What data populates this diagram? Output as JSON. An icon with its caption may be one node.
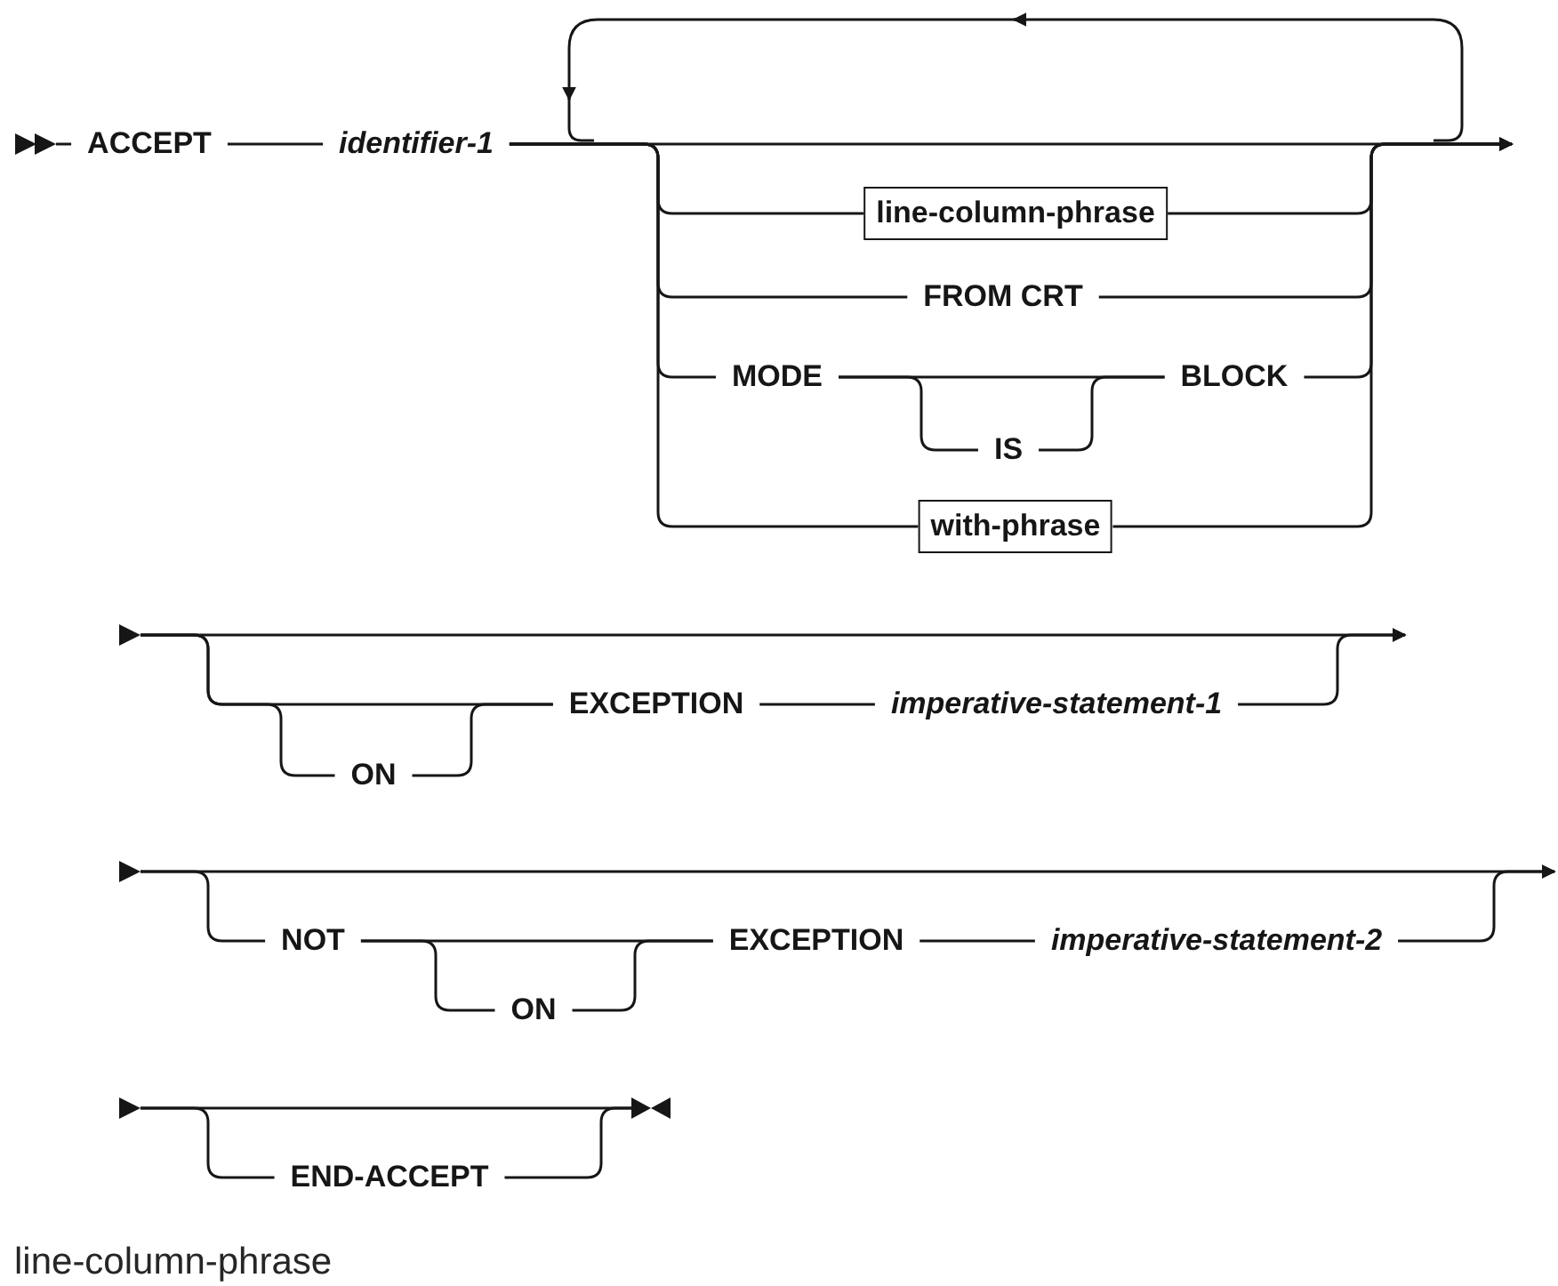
{
  "diagram": {
    "nodes": [
      {
        "text": [
          "ACCEPT"
        ]
      },
      {
        "text": [
          "identifier-1"
        ]
      },
      {
        "text": [
          "line-column-phrase"
        ]
      },
      {
        "text": [
          "FROM CRT"
        ]
      },
      {
        "text": [
          "MODE"
        ]
      },
      {
        "text": [
          "IS"
        ]
      },
      {
        "text": [
          "BLOCK"
        ]
      },
      {
        "text": [
          "with-phrase"
        ]
      },
      {
        "text": [
          "ON"
        ]
      },
      {
        "text": [
          "EXCEPTION"
        ]
      },
      {
        "text": [
          "imperative-statement-1"
        ]
      },
      {
        "text": [
          "NOT"
        ]
      },
      {
        "text": [
          "ON"
        ]
      },
      {
        "text": [
          "EXCEPTION"
        ]
      },
      {
        "text": [
          "imperative-statement-2"
        ]
      },
      {
        "text": [
          "END-ACCEPT"
        ]
      },
      {
        "text": [],
        "shape": "triangle"
      },
      {
        "text": [],
        "shape": "triangle"
      },
      {
        "text": [],
        "shape": "triangle"
      },
      {
        "text": [],
        "shape": "triangle"
      },
      {
        "text": [],
        "shape": "bowtie"
      }
    ],
    "edges": [
      {
        "from": 16,
        "to": 0,
        "arrow": "none"
      },
      {
        "from": 0,
        "to": 1,
        "arrow": "none"
      },
      {
        "from": 1,
        "to": 2,
        "arrow": "none"
      },
      {
        "from": 1,
        "to": 3,
        "arrow": "none"
      },
      {
        "from": 1,
        "to": 4,
        "arrow": "none"
      },
      {
        "from": 1,
        "to": 7,
        "arrow": "none"
      },
      {
        "from": 1,
        "to": null,
        "arrow": "to"
      },
      {
        "from": 2,
        "to": null,
        "arrow": "to"
      },
      {
        "from": 3,
        "to": null,
        "arrow": "to"
      },
      {
        "from": 4,
        "to": 6,
        "arrow": "none"
      },
      {
        "from": 4,
        "to": 5,
        "arrow": "none"
      },
      {
        "from": 5,
        "to": 6,
        "arrow": "none"
      },
      {
        "from": 6,
        "to": null,
        "arrow": "to"
      },
      {
        "from": 7,
        "to": null,
        "arrow": "to"
      },
      {
        "from": 17,
        "to": 8,
        "arrow": "none"
      },
      {
        "from": 17,
        "to": 9,
        "arrow": "none"
      },
      {
        "from": 8,
        "to": 9,
        "arrow": "none"
      },
      {
        "from": 9,
        "to": 10,
        "arrow": "none"
      },
      {
        "from": 10,
        "to": null,
        "arrow": "to"
      },
      {
        "from": 17,
        "to": null,
        "arrow": "to"
      },
      {
        "from": 18,
        "to": 11,
        "arrow": "none"
      },
      {
        "from": 18,
        "to": null,
        "arrow": "to"
      },
      {
        "from": 11,
        "to": 13,
        "arrow": "none"
      },
      {
        "from": 11,
        "to": 12,
        "arrow": "none"
      },
      {
        "from": 12,
        "to": 13,
        "arrow": "none"
      },
      {
        "from": 13,
        "to": 14,
        "arrow": "none"
      },
      {
        "from": 14,
        "to": null,
        "arrow": "to"
      },
      {
        "from": 19,
        "to": 15,
        "arrow": "none"
      },
      {
        "from": 15,
        "to": 20,
        "arrow": "none"
      },
      {
        "from": 19,
        "to": 20,
        "arrow": "none"
      }
    ],
    "labels": [
      "line-column-phrase"
    ]
  }
}
